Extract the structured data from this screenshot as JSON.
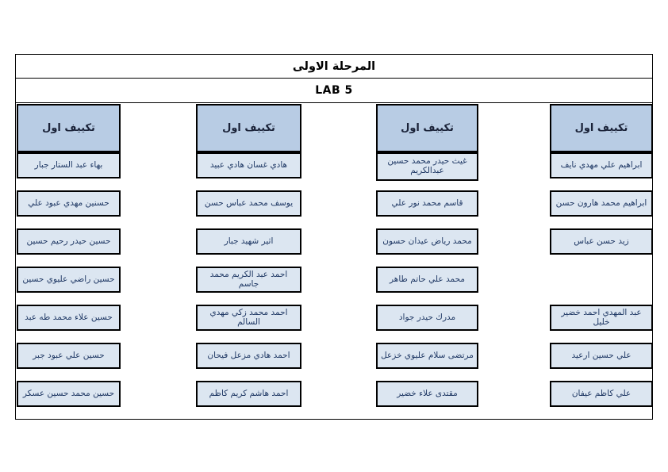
{
  "document": {
    "title": "المرحلة الاولى",
    "lab": "LAB 5"
  },
  "columns": [
    {
      "header": "تكييف اول",
      "students": [
        "بهاء عبد الستار جبار",
        "حسنين مهدي عبود علي",
        "حسين حيدر رحيم حسين",
        "حسين راضي عليوي حسين",
        "حسين علاء محمد طه عبد",
        "حسين علي عبود جبر",
        "حسين محمد حسين عسكر"
      ]
    },
    {
      "header": "تكييف اول",
      "students": [
        "هادي غسان هادي عبيد",
        "يوسف محمد عباس حسن",
        "اثير شهيد جبار",
        "احمد عبد الكريم محمد جاسم",
        "احمد محمد زكي مهدي السالم",
        "احمد هادي مزعل فيحان",
        "احمد هاشم كريم كاظم"
      ]
    },
    {
      "header": "تكييف اول",
      "students": [
        "غيث حيدر محمد حسين عبدالكريم",
        "قاسم محمد نور علي",
        "محمد رياض عيدان حسون",
        "محمد علي حاتم طاهر",
        "مدرك حيدر جواد",
        "مرتضى سلام عليوي خزعل",
        "مقتدى علاء خضير"
      ]
    },
    {
      "header": "تكييف اول",
      "students": [
        "ابراهيم علي مهدي نايف",
        "ابراهيم محمد هارون حسن",
        "زيد حسن عباس",
        "عبد المهدي احمد خضير خليل",
        "علي حسين ارعيد",
        "علي كاظم عيفان"
      ]
    }
  ],
  "colors": {
    "header_fill": "#b8cce4",
    "student_fill": "#dce6f1",
    "box_border": "#000000",
    "student_text": "#1f3864"
  }
}
